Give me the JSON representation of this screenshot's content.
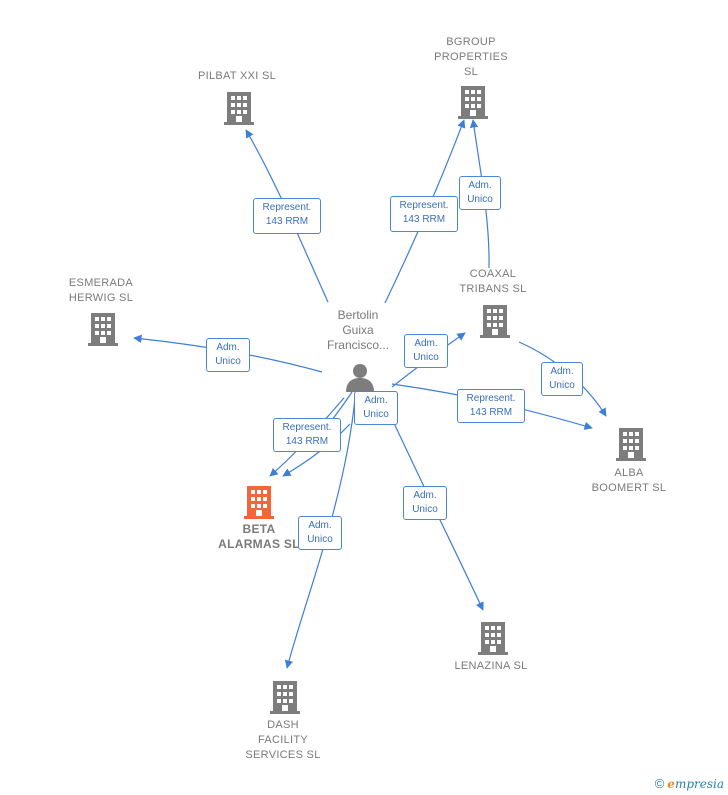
{
  "colors": {
    "edge": "#3d7fd6",
    "building": "#7d7d7d",
    "focus_building": "#f2663a",
    "person": "#7d7d7d"
  },
  "person": {
    "name": "Bertolin\nGuixa\nFrancisco...",
    "icon": "person-icon"
  },
  "nodes": [
    {
      "id": "pilbat",
      "label": "PILBAT XXI SL",
      "focus": false
    },
    {
      "id": "bgroup",
      "label": "BGROUP\nPROPERTIES\nSL",
      "focus": false
    },
    {
      "id": "esmerada",
      "label": "ESMERADA\nHERWIG SL",
      "focus": false
    },
    {
      "id": "coaxal",
      "label": "COAXAL\nTRIBANS SL",
      "focus": false
    },
    {
      "id": "alba",
      "label": "ALBA\nBOOMERT SL",
      "focus": false
    },
    {
      "id": "beta",
      "label": "BETA\nALARMAS SL",
      "focus": true
    },
    {
      "id": "lenazina",
      "label": "LENAZINA SL",
      "focus": false
    },
    {
      "id": "dash",
      "label": "DASH\nFACILITY\nSERVICES SL",
      "focus": false
    }
  ],
  "edges": [
    {
      "id": "e1",
      "label": "Represent.\n143 RRM"
    },
    {
      "id": "e2",
      "label": "Represent.\n143 RRM"
    },
    {
      "id": "e3",
      "label": "Adm.\nUnico"
    },
    {
      "id": "e4",
      "label": "Adm.\nUnico"
    },
    {
      "id": "e5",
      "label": "Adm.\nUnico"
    },
    {
      "id": "e6",
      "label": "Adm.\nUnico"
    },
    {
      "id": "e7",
      "label": "Represent.\n143 RRM"
    },
    {
      "id": "e8",
      "label": "Represent.\n143 RRM"
    },
    {
      "id": "e9",
      "label": "Adm.\nUnico"
    },
    {
      "id": "e10",
      "label": "Adm.\nUnico"
    },
    {
      "id": "e11",
      "label": "Adm.\nUnico"
    }
  ],
  "footer": {
    "copyright": "©",
    "brand_first": "e",
    "brand_rest": "mpresia"
  }
}
